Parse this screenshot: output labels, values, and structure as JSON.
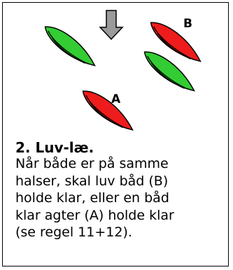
{
  "diagram": {
    "wind_icon": "down-arrow-icon",
    "colors": {
      "green_hull": "#33cc33",
      "red_hull": "#ee1c1c",
      "arrow_fill": "#9a9a9a"
    },
    "boats": [
      {
        "id": "green-left",
        "color": "green",
        "label": ""
      },
      {
        "id": "red-top-right",
        "color": "red",
        "label": "B"
      },
      {
        "id": "green-right",
        "color": "green",
        "label": ""
      },
      {
        "id": "red-bottom",
        "color": "red",
        "label": "A"
      }
    ]
  },
  "text": {
    "heading": "2. Luv-læ.",
    "lines": [
      "Når både er på samme",
      "halser, skal luv båd (B)",
      "holde klar, eller en båd",
      "klar agter (A) holde klar",
      "(se regel 11+12)."
    ]
  }
}
